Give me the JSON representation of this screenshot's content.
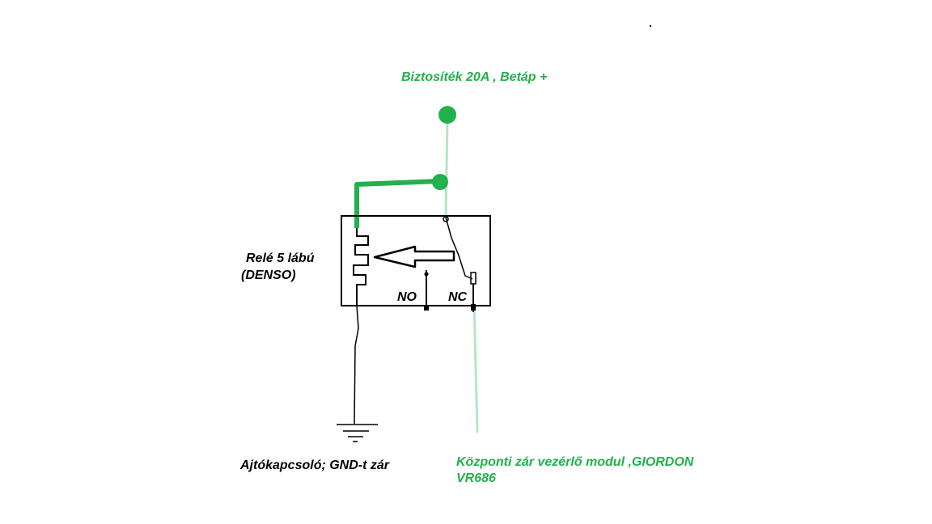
{
  "labels": {
    "fuse": "Biztosíték 20A , Betáp +",
    "relay_line1": "Relé 5 lábú",
    "relay_line2": "(DENSO)",
    "no": "NO",
    "nc": "NC",
    "door_switch": "Ajtókapcsoló; GND-t zár",
    "module_line1": "Központi zár vezérlő modul ,GIORDON",
    "module_line2": "VR686"
  },
  "colors": {
    "power_wire": "#22b14c",
    "signal_wire": "#b5e6c3",
    "line": "#000000",
    "background": "#ffffff"
  }
}
